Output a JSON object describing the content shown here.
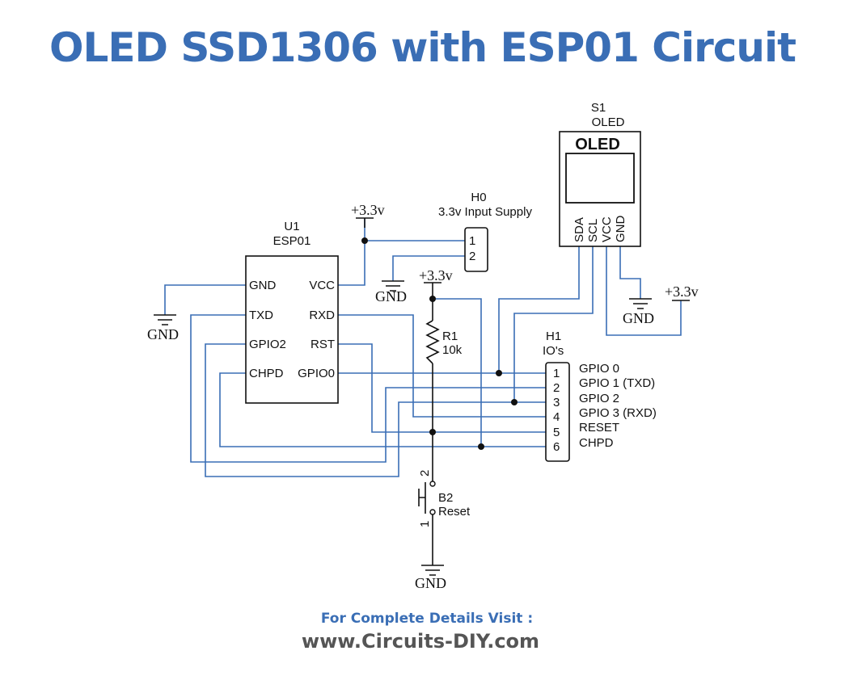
{
  "title": "OLED SSD1306 with ESP01 Circuit",
  "footer": {
    "line1": "For Complete Details Visit :",
    "line2": "www.Circuits-DIY.com"
  },
  "colors": {
    "accent": "#3a6eb5",
    "wire": "#3a6eb5",
    "footer_url": "#555555"
  },
  "u1": {
    "ref": "U1",
    "name": "ESP01",
    "pins_left": [
      "GND",
      "TXD",
      "GPIO2",
      "CHPD"
    ],
    "pins_right": [
      "VCC",
      "RXD",
      "RST",
      "GPIO0"
    ]
  },
  "h0": {
    "ref": "H0",
    "name": "3.3v Input Supply",
    "pins": [
      "1",
      "2"
    ]
  },
  "s1": {
    "ref": "S1",
    "name": "OLED",
    "screen_label": "OLED",
    "pins": [
      "SDA",
      "SCL",
      "VCC",
      "GND"
    ]
  },
  "r1": {
    "ref": "R1",
    "value": "10k"
  },
  "h1": {
    "ref": "H1",
    "name": "IO's",
    "pins": [
      "1",
      "2",
      "3",
      "4",
      "5",
      "6"
    ],
    "labels": [
      "GPIO 0",
      "GPIO 1 (TXD)",
      "GPIO 2",
      "GPIO 3 (RXD)",
      "RESET",
      "CHPD"
    ]
  },
  "b2": {
    "ref": "B2",
    "name": "Reset",
    "pin1": "1",
    "pin2": "2"
  },
  "power": {
    "vcc": "+3.3v",
    "gnd": "GND"
  }
}
